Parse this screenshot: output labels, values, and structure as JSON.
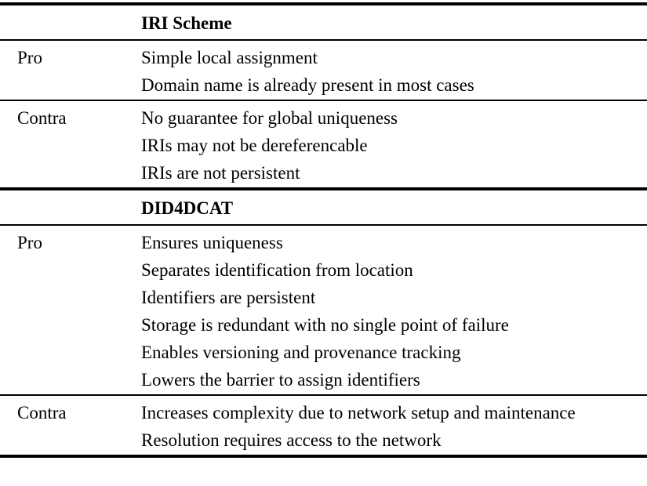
{
  "document": {
    "type": "comparison-table",
    "colors": {
      "text": "#000000",
      "background": "#ffffff",
      "rule": "#000000"
    },
    "sections": [
      {
        "title": "IRI Scheme",
        "rows": [
          {
            "label": "Pro",
            "items": [
              "Simple local assignment",
              "Domain name is already present in most cases"
            ]
          },
          {
            "label": "Contra",
            "items": [
              "No guarantee for global uniqueness",
              "IRIs may not be dereferencable",
              "IRIs are not persistent"
            ]
          }
        ]
      },
      {
        "title": "DID4DCAT",
        "rows": [
          {
            "label": "Pro",
            "items": [
              "Ensures uniqueness",
              "Separates identification from location",
              "Identifiers are persistent",
              "Storage is redundant with no single point of failure",
              "Enables versioning and provenance tracking",
              "Lowers the barrier to assign identifiers"
            ]
          },
          {
            "label": "Contra",
            "items": [
              "Increases complexity due to network setup and mainte­nance",
              "Resolution requires access to the network"
            ]
          }
        ]
      }
    ]
  }
}
